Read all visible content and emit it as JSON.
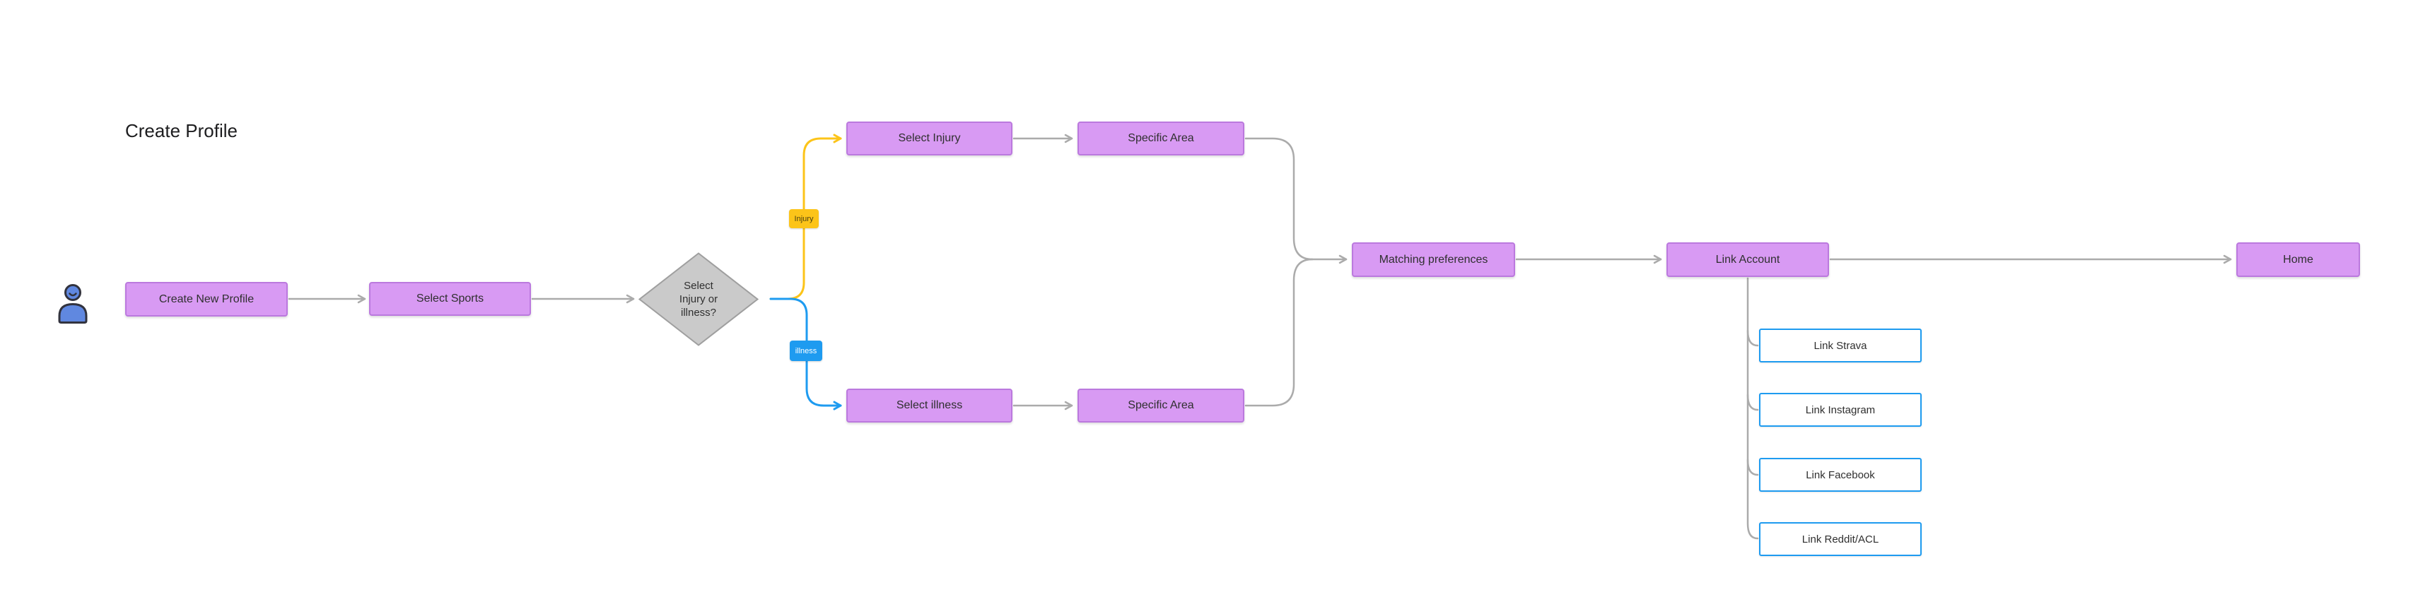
{
  "title": "Create Profile",
  "colors": {
    "canvas-bg": "#ffffff",
    "purple-fill": "#d89af3",
    "purple-border": "#bb79de",
    "gray-fill": "#cacaca",
    "gray-border": "#9f9f9f",
    "connector": "#ababab",
    "yellow": "#fcc419",
    "blue": "#1e9bf0",
    "node-text": "#2f2f2f",
    "title-text": "#1d1d1f"
  },
  "icons": {
    "actor": "user-icon"
  },
  "nodes": {
    "create_new_profile": "Create New Profile",
    "select_sports": "Select Sports",
    "decision": "Select\nInjury or\nillness?",
    "select_injury": "Select Injury",
    "specific_area_top": "Specific Area",
    "select_illness": "Select illness",
    "specific_area_bottom": "Specific Area",
    "matching_preferences": "Matching preferences",
    "link_account": "Link Account",
    "home": "Home"
  },
  "edge_labels": {
    "injury": "Injury",
    "illness": "illness"
  },
  "links": [
    {
      "label": "Link Strava"
    },
    {
      "label": "Link Instagram"
    },
    {
      "label": "Link Facebook"
    },
    {
      "label": "Link Reddit/ACL"
    }
  ]
}
